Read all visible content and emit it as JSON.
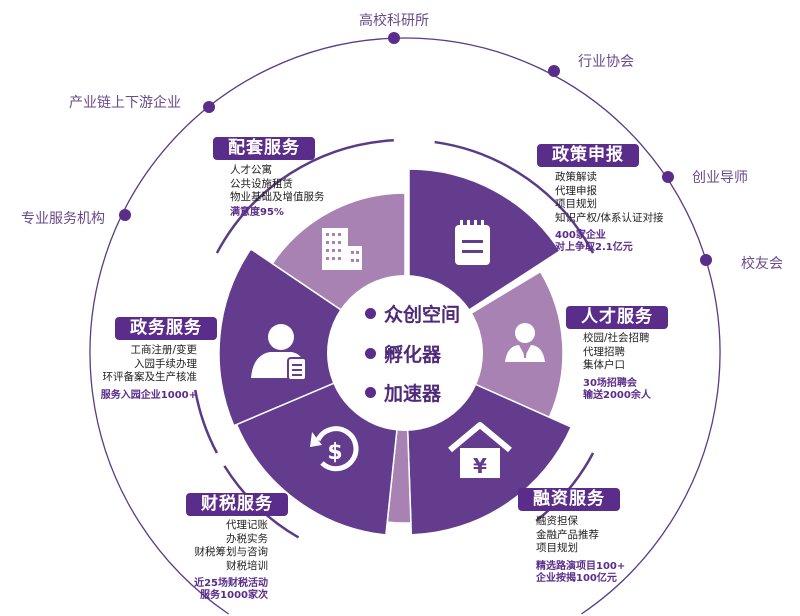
{
  "outer_partners": [
    {
      "label": "高校科研所"
    },
    {
      "label": "产业链上下游企业"
    },
    {
      "label": "专业服务机构"
    },
    {
      "label": "行业协会"
    },
    {
      "label": "创业导师"
    },
    {
      "label": "校友会"
    }
  ],
  "center": {
    "items": [
      "众创空间",
      "孵化器",
      "加速器"
    ]
  },
  "services": {
    "peitao": {
      "title": "配套服务",
      "items": [
        "人才公寓",
        "公共设施租赁",
        "物业基础及增值服务"
      ],
      "highlights": [
        "满意度95%"
      ],
      "icon": "building-icon"
    },
    "zhengce": {
      "title": "政策申报",
      "items": [
        "政策解读",
        "代理申报",
        "项目规划",
        "知识产权/体系认证对接"
      ],
      "highlights": [
        "400家企业",
        "对上争取2.1亿元"
      ],
      "icon": "notepad-icon"
    },
    "rencai": {
      "title": "人才服务",
      "items": [
        "校园/社会招聘",
        "代理招聘",
        "集体户口"
      ],
      "highlights": [
        "30场招聘会",
        "输送2000余人"
      ],
      "icon": "person-suit-icon"
    },
    "rongzi": {
      "title": "融资服务",
      "items": [
        "融资担保",
        "金融产品推荐",
        "项目规划"
      ],
      "highlights": [
        "精选路演项目100+",
        "企业按揭100亿元"
      ],
      "icon": "house-yen-icon"
    },
    "caishui": {
      "title": "财税服务",
      "items": [
        "代理记账",
        "办税实务",
        "财税筹划与咨询",
        "财税培训"
      ],
      "highlights": [
        "近25场财税活动",
        "服务1000家次"
      ],
      "icon": "dollar-cycle-icon"
    },
    "zhengwu": {
      "title": "政务服务",
      "items": [
        "工商注册/变更",
        "入园手续办理",
        "环评备案及生产核准"
      ],
      "highlights": [
        "服务入园企业1000+"
      ],
      "icon": "person-document-icon"
    }
  },
  "colors": {
    "dark": "#643c8e",
    "light": "#a882b3",
    "accent": "#5b2d8a",
    "ring": "#5b3a86"
  }
}
